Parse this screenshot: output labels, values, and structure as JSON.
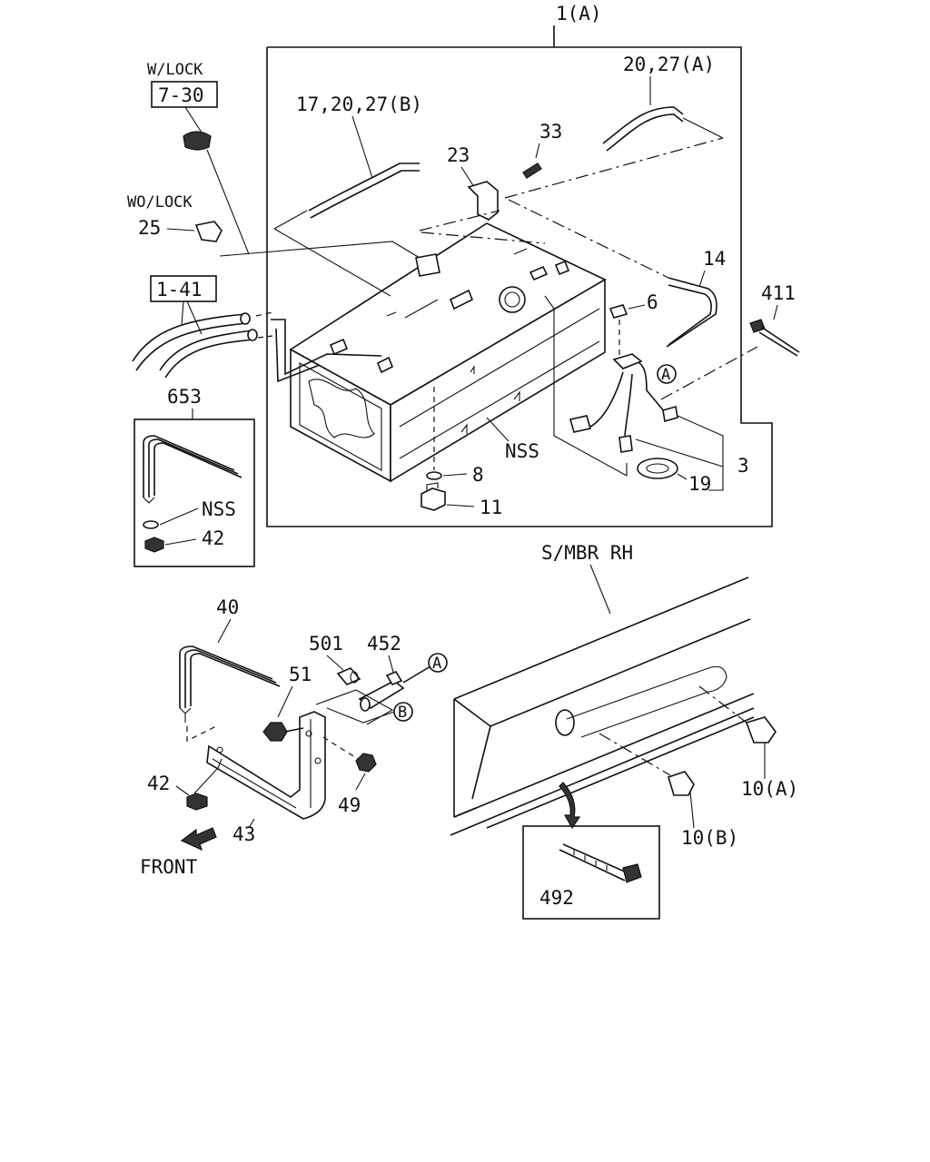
{
  "diagram": {
    "assembly_label": "1(A)",
    "callouts": {
      "w_lock": "W/LOCK",
      "ref_7_30": "7-30",
      "wo_lock": "WO/LOCK",
      "p25": "25",
      "ref_1_41": "1-41",
      "p17_20_27b": "17,20,27(B)",
      "p20_27a": "20,27(A)",
      "p23": "23",
      "p33": "33",
      "p14": "14",
      "p6": "6",
      "p411": "411",
      "circle_a_1": "A",
      "p3": "3",
      "p19": "19",
      "nss_tank": "NSS",
      "p8": "8",
      "p11": "11",
      "p653": "653",
      "nss_box": "NSS",
      "p42_box": "42",
      "smbr_rh": "S/MBR RH",
      "p40": "40",
      "p501": "501",
      "p452": "452",
      "circle_a_2": "A",
      "p51": "51",
      "circle_b": "B",
      "p42": "42",
      "p43": "43",
      "p49": "49",
      "front": "FRONT",
      "p10a": "10(A)",
      "p10b": "10(B)",
      "p492": "492"
    }
  }
}
